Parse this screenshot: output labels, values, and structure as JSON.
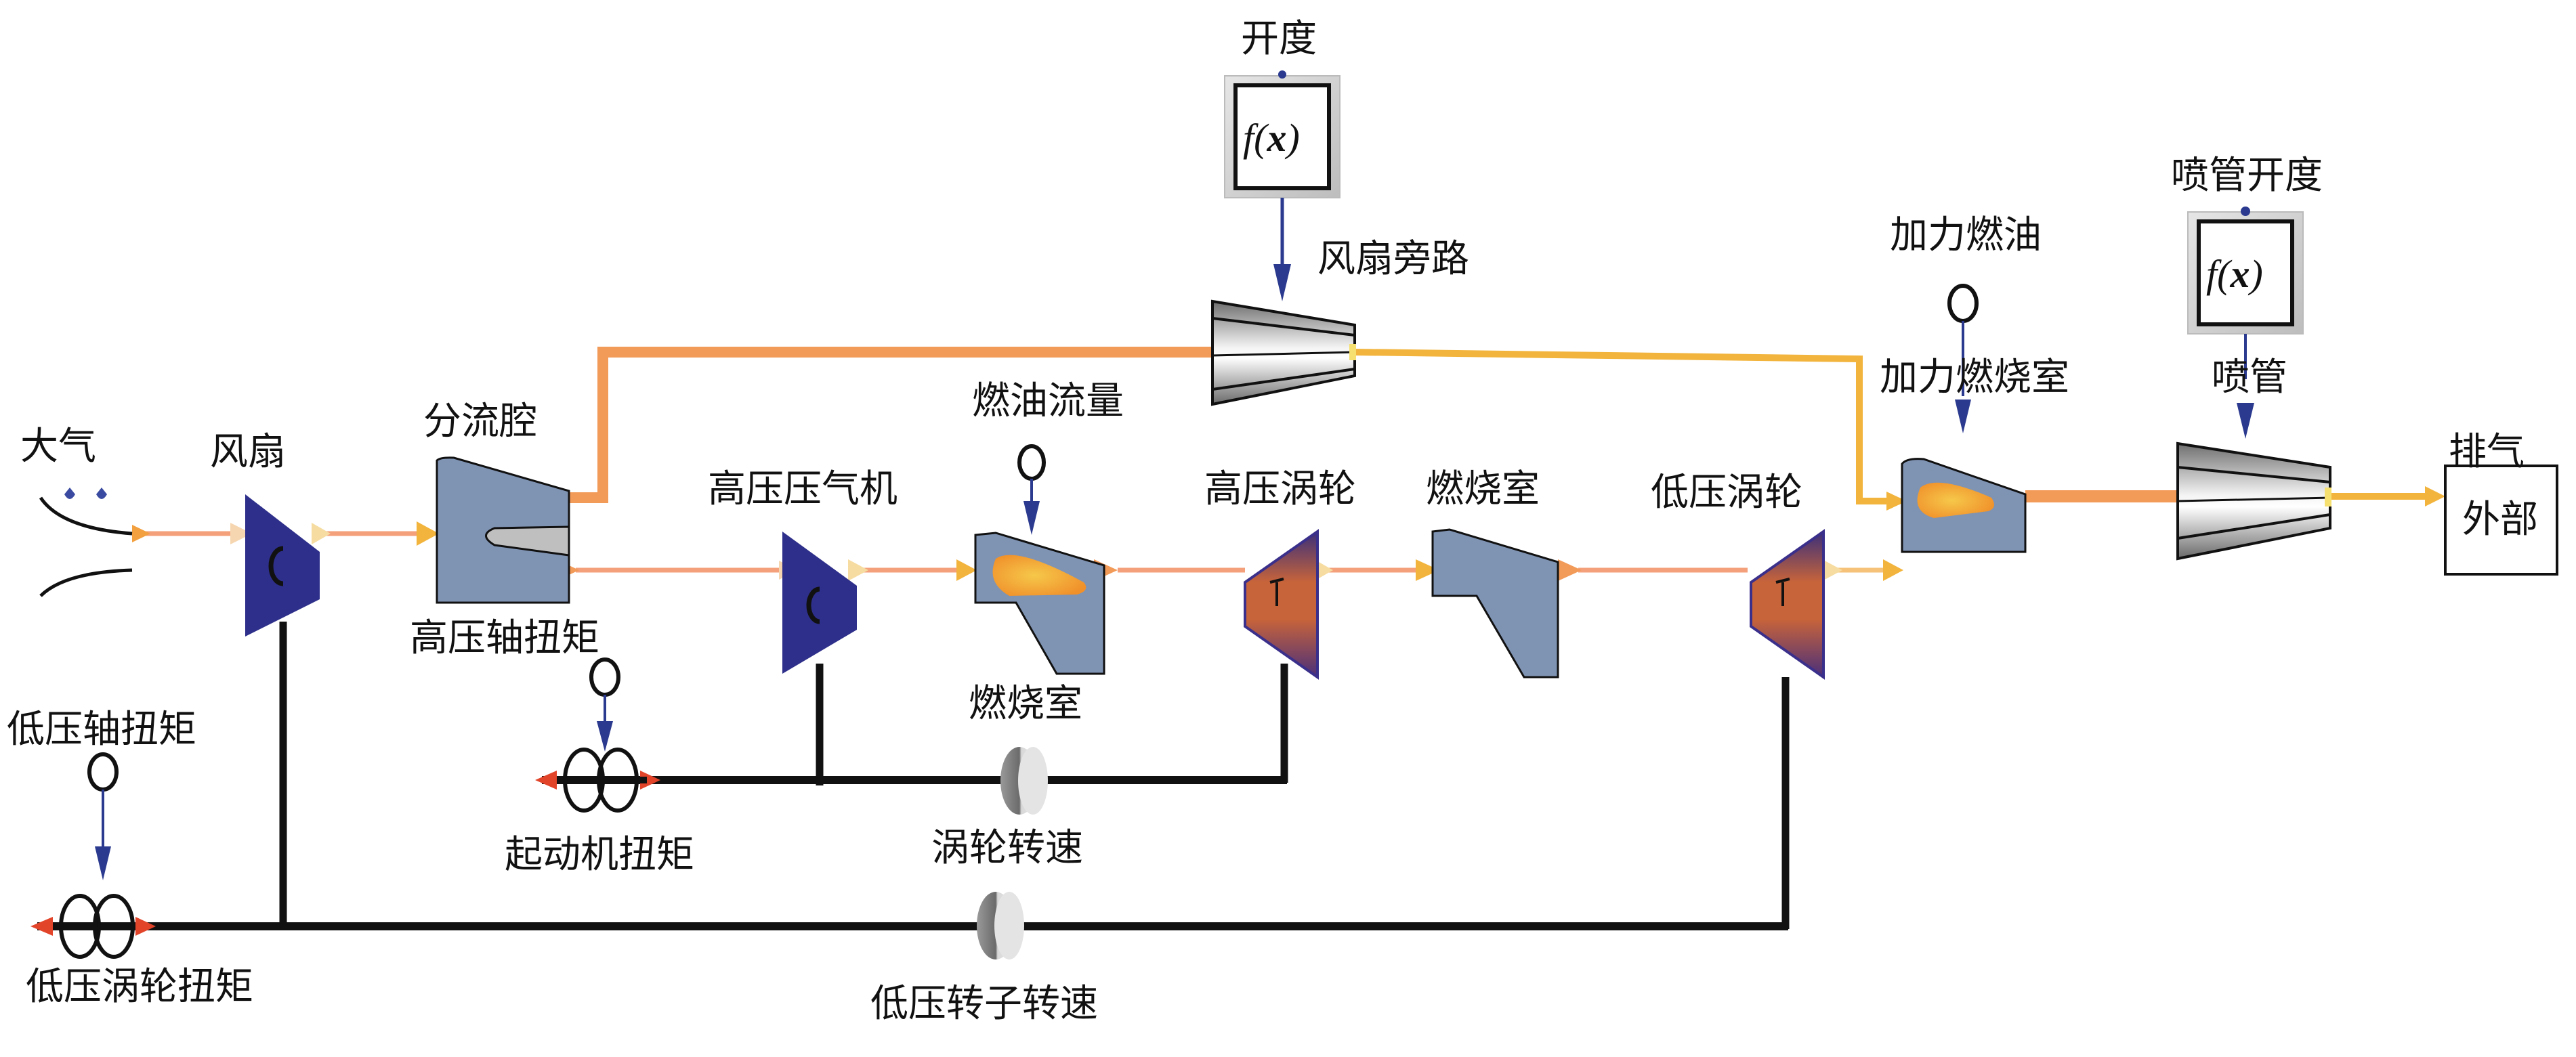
{
  "title": "Turbofan engine simulation block diagram",
  "labels": {
    "atmosphere": "大气",
    "fan": "风扇",
    "splitter": "分流腔",
    "hp_shaft_torque": "高压轴扭矩",
    "hp_compressor": "高压压气机",
    "fuel_flow": "燃油流量",
    "combustor_bottom": "燃烧室",
    "hp_turbine": "高压涡轮",
    "combustor_top": "燃烧室",
    "lp_turbine": "低压涡轮",
    "bypass_opening": "开度",
    "fan_bypass": "风扇旁路",
    "ab_fuel": "加力燃油",
    "afterburner": "加力燃烧室",
    "nozzle_opening": "喷管开度",
    "nozzle": "喷管",
    "exhaust": "排气",
    "outside": "外部",
    "lp_shaft_torque": "低压轴扭矩",
    "starter_torque": "起动机扭矩",
    "turbine_speed": "涡轮转速",
    "lp_turbine_torque": "低压涡轮扭矩",
    "lp_rotor_speed": "低压转子转速"
  },
  "function_blocks": {
    "bypass_fx": {
      "f": "f",
      "open": "(",
      "x": "x",
      "close": ")"
    },
    "nozzle_fx": {
      "f": "f",
      "open": "(",
      "x": "x",
      "close": ")"
    }
  },
  "component_marks": {
    "compressor_letter": "C"
  },
  "colors": {
    "core_flow": "#f4a07a",
    "bypass_flow": "#f29a58",
    "exhaust_flow": "#f2b43c",
    "signal": "#2b3a8f",
    "shaft": "#111111",
    "compressor": "#2e2f8a",
    "duct": "#7f93b3",
    "flame": "#f4a23a",
    "turbine_top": "#4a3a8a",
    "turbine_bottom": "#c8643a"
  }
}
